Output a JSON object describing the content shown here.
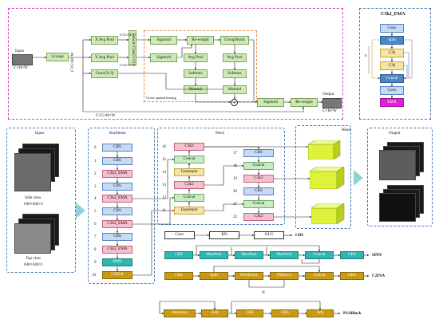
{
  "ema": {
    "input": "Input",
    "input_dim": "C×H×W",
    "groups": "Groups",
    "cg_hw": "C//G×H×W",
    "x_avg": "X Avg Pool",
    "y_avg": "Y Avg Pool",
    "conv3": "Conv(3×3)",
    "concat_conv": "Concat+Conv(1×1)",
    "cg_h1": "C//G×H×1",
    "cg_1w": "C//G×1×W",
    "sigmoid": "Sigmoid",
    "reweight": "Re-weight",
    "groupnorm": "GroupNorm",
    "avgpool": "Avg Pool",
    "softmax": "Softmax",
    "matmul": "Matmul",
    "cross_spatial": "Cross-spatial learing",
    "output": "Output",
    "output_dim": "C×H×W",
    "bottom_dim": "C//G×H×W"
  },
  "c3k2": {
    "title": "C3k2_EMA",
    "n": "n",
    "conv": "Conv",
    "split": "Split",
    "c3k": "C3k",
    "concat": "Concat",
    "ema": "EMA"
  },
  "input_panel": {
    "title": "Input",
    "side": "Side view",
    "side_dim": "640×640×3",
    "top": "Top view",
    "top_dim": "640×640×1"
  },
  "backbone": {
    "title": "Backbone",
    "layers": [
      {
        "n": "0",
        "label": "CBS"
      },
      {
        "n": "1",
        "label": "CBS"
      },
      {
        "n": "2",
        "label": "C3k2_EMA"
      },
      {
        "n": "3",
        "label": "CBS"
      },
      {
        "n": "4",
        "label": "C3k2_EMA"
      },
      {
        "n": "5",
        "label": "CBS"
      },
      {
        "n": "6",
        "label": "C3k2_EMA"
      },
      {
        "n": "7",
        "label": "CBS"
      },
      {
        "n": "8",
        "label": "C3k2_EMA"
      },
      {
        "n": "9",
        "label": "SPPF"
      },
      {
        "n": "10",
        "label": "C2PSA"
      }
    ]
  },
  "neck": {
    "title": "Neck",
    "left": [
      {
        "n": "16",
        "label": "C3k2"
      },
      {
        "n": "15",
        "label": "Concat"
      },
      {
        "n": "14",
        "label": "Upsample"
      },
      {
        "n": "13",
        "label": "C3k2"
      },
      {
        "n": "12",
        "label": "Concat"
      },
      {
        "n": "11",
        "label": "Upsample"
      }
    ],
    "right": [
      {
        "n": "17",
        "label": "CBS"
      },
      {
        "n": "18",
        "label": "Concat"
      },
      {
        "n": "19",
        "label": "C3k2"
      },
      {
        "n": "20",
        "label": "CBS"
      },
      {
        "n": "21",
        "label": "Concat"
      },
      {
        "n": "22",
        "label": "C3k2"
      }
    ]
  },
  "head": {
    "title": "Head"
  },
  "output_panel": {
    "title": "Output"
  },
  "legend": {
    "cbs": [
      "Conv",
      "BN",
      "SiLU"
    ],
    "cbs_name": "CBS",
    "sppf": [
      "CBS",
      "MaxPool",
      "MaxPool",
      "MaxPool",
      "Concat",
      "CBS"
    ],
    "sppf_name": "SPPF",
    "c2psa": [
      "CBS",
      "Split",
      "PSABlock",
      "PSBlock",
      "Concat",
      "CBS"
    ],
    "c2psa_name": "C2PSA",
    "n": "N",
    "psablock": [
      "Attention",
      "Add",
      "CBS",
      "CBS",
      "Add"
    ],
    "psablock_name": "PSABlock"
  }
}
